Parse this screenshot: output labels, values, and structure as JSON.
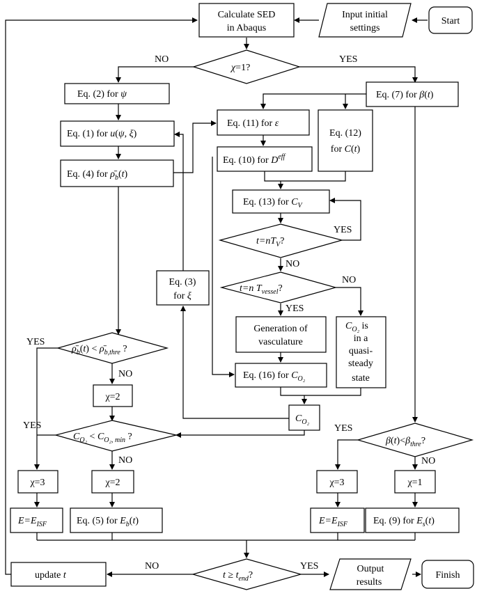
{
  "labels": {
    "calc_sed_1": "Calculate SED",
    "calc_sed_2": "in Abaqus",
    "input_1": "Input initial",
    "input_2": "settings",
    "start": "Start",
    "chi_eq1": "=1?",
    "no": "NO",
    "yes": "YES",
    "eq2_prefix": "Eq. (2) for",
    "eq7_prefix": "Eq. (7) for",
    "eq1_prefix": "Eq. (1) for",
    "eq11_prefix": "Eq. (11) for",
    "eq12_1": "Eq. (12)",
    "eq12_2": "for",
    "eq4_prefix": "Eq. (4) for",
    "eq10_prefix": "Eq. (10) for",
    "eq13_prefix": "Eq. (13) for",
    "t_ntv": "t=nT",
    "t_ntvessel": "t=n T",
    "vessel_sub": "vessel",
    "eq3_1": "Eq. (3)",
    "eq3_2": "for",
    "gen_1": "Generation of",
    "gen_2": "vasculature",
    "quasi_2": "is",
    "quasi_3": "in a",
    "quasi_4": "quasi-",
    "quasi_5": "steady",
    "quasi_6": "state",
    "eq16_prefix": "Eq. (16) for",
    "chi2": "χ=2",
    "chi3": "χ=3",
    "chi1": "χ=1",
    "e_isf": "E=E",
    "isf_sub": "ISF",
    "eq5_prefix": "Eq. (5) for",
    "eq9_prefix": "Eq. (9) for",
    "update": "update",
    "t_tend": "t ≥ t",
    "end_sub": "end",
    "output_1": "Output",
    "output_2": "results",
    "finish": "Finish"
  }
}
